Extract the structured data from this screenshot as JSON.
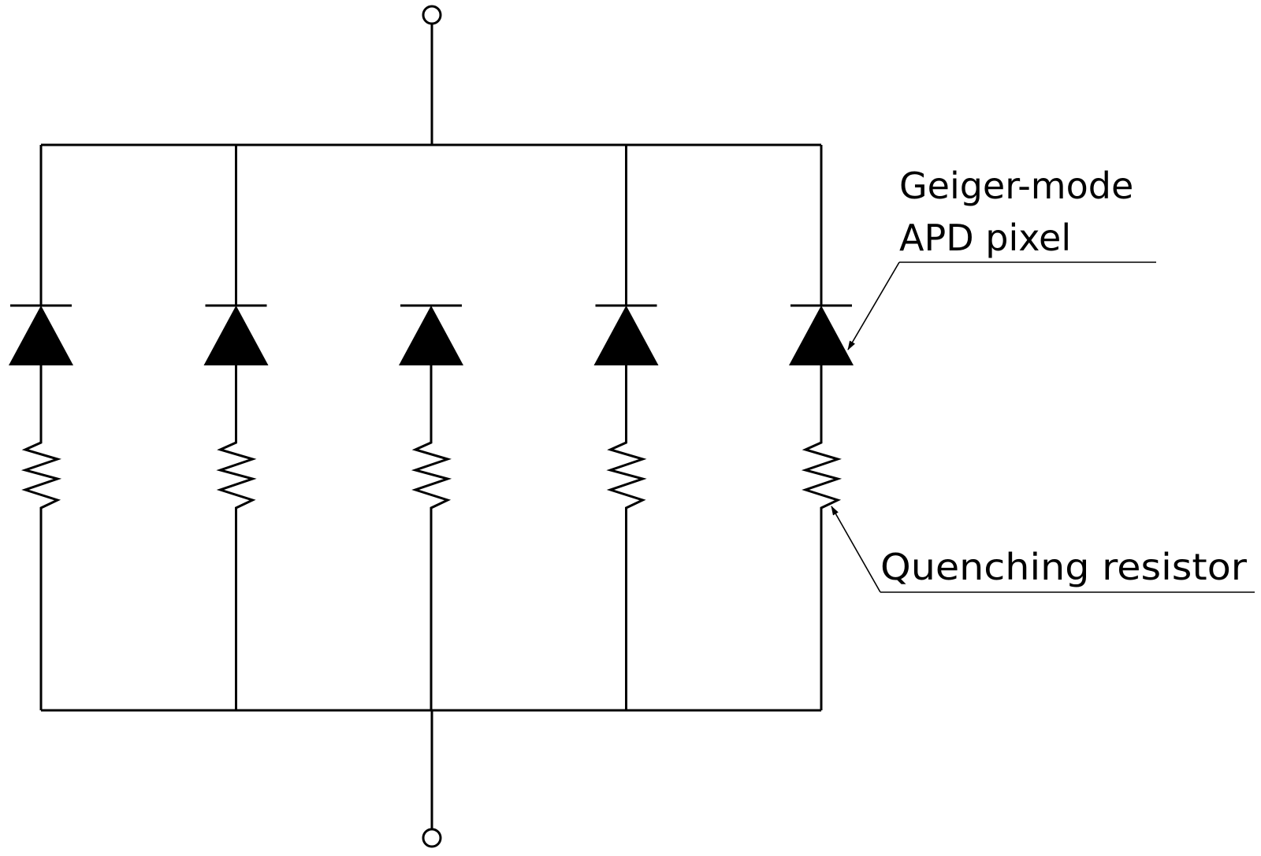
{
  "labels": {
    "pixel_line1": "Geiger-mode",
    "pixel_line2": "APD pixel",
    "resistor": "Quenching resistor"
  },
  "circuit": {
    "pixel_count": 5,
    "components_per_branch": [
      "photodiode",
      "quenching-resistor"
    ],
    "terminals": 2,
    "line_color": "#000000"
  }
}
